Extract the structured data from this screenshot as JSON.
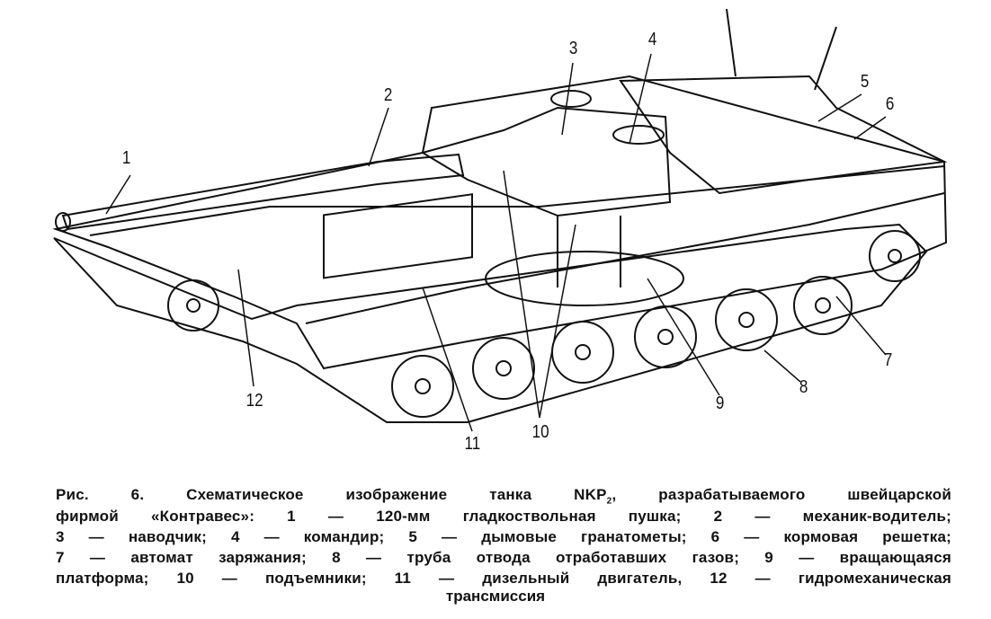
{
  "labels": [
    "1",
    "2",
    "3",
    "4",
    "5",
    "6",
    "7",
    "8",
    "9",
    "10",
    "11",
    "12"
  ],
  "caption": {
    "line1_pre": "Рис. 6. Схематическое   изображение   танка   NKP",
    "line1_sub": "2",
    "line1_post": ",   разрабатываемого   швейцарской",
    "line2": "фирмой «Контравес»: 1 — 120-мм гладкоствольная пушка;  2 —  механик-водитель;",
    "line3": "3 — наводчик; 4 — командир; 5 — дымовые гранатометы; 6 — кормовая решетка;",
    "line4": "7 — автомат заряжания; 8 — труба отвода отработавших газов; 9 —  вращающаяся",
    "line5": "платформа; 10 — подъемники; 11 — дизельный двигатель, 12 — гидромеханическая",
    "line6": "трансмиссия"
  }
}
